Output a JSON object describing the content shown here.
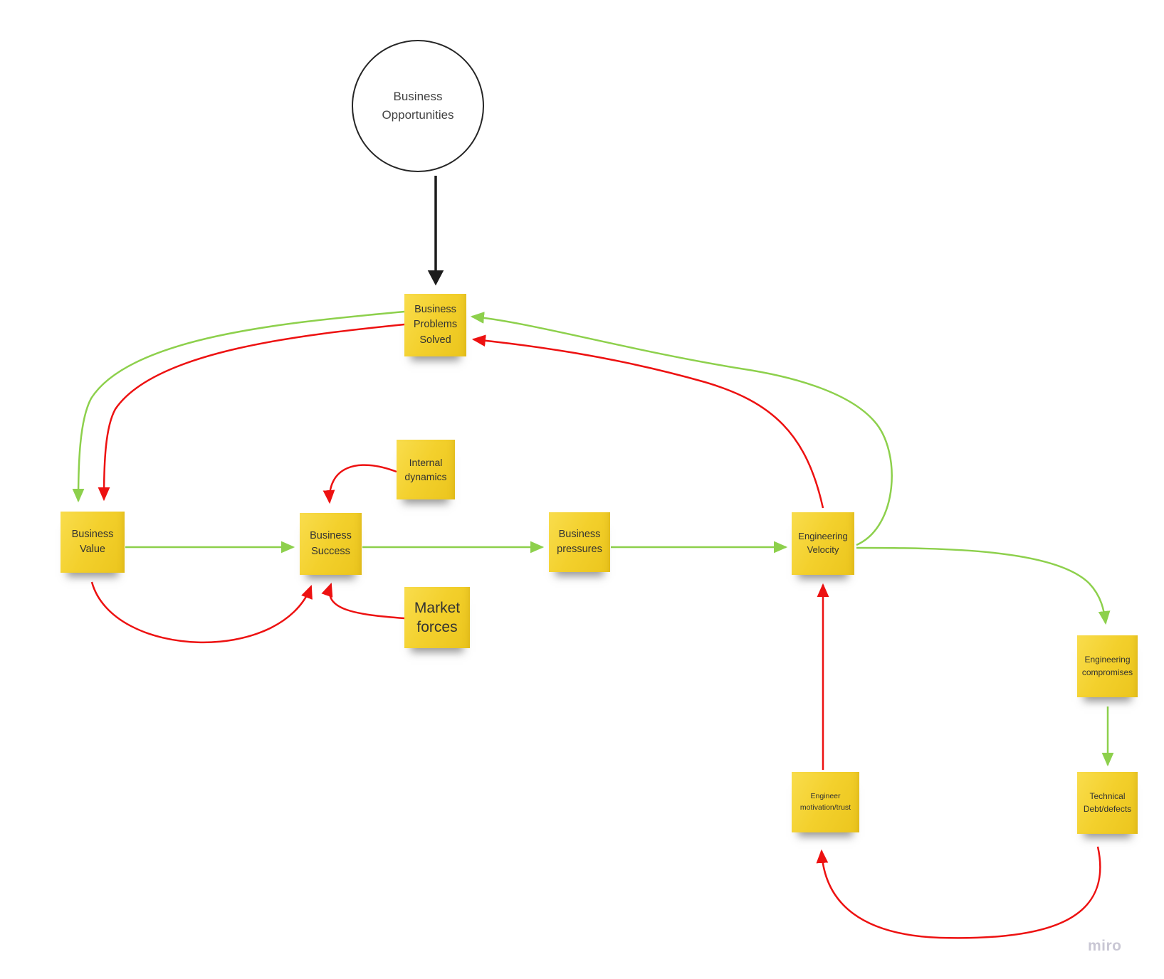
{
  "board": {
    "watermark": "miro"
  },
  "colors": {
    "positive": "#8dd04c",
    "negative": "#ed1111",
    "neutral": "#1c1c1c"
  },
  "nodes": {
    "business_opportunities": {
      "label": "Business Opportunities",
      "shape": "circle"
    },
    "business_problems_solved": {
      "label": "Business Problems Solved",
      "shape": "sticky"
    },
    "business_value": {
      "label": "Business Value",
      "shape": "sticky"
    },
    "internal_dynamics": {
      "label": "Internal dynamics",
      "shape": "sticky"
    },
    "business_success": {
      "label": "Business Success",
      "shape": "sticky"
    },
    "market_forces": {
      "label": "Market forces",
      "shape": "sticky"
    },
    "business_pressures": {
      "label": "Business pressures",
      "shape": "sticky"
    },
    "engineering_velocity": {
      "label": "Engineering Velocity",
      "shape": "sticky"
    },
    "engineering_compromises": {
      "label": "Engineering compromises",
      "shape": "sticky"
    },
    "technical_debt_defects": {
      "label": "Technical Debt/defects",
      "shape": "sticky"
    },
    "engineer_motivation_trust": {
      "label": "Engineer motivation/trust",
      "shape": "sticky"
    }
  },
  "connectors": [
    {
      "from": "business_opportunities",
      "to": "business_problems_solved",
      "polarity": "neutral"
    },
    {
      "from": "business_problems_solved",
      "to": "business_value",
      "polarity": "positive"
    },
    {
      "from": "business_problems_solved",
      "to": "business_value",
      "polarity": "negative"
    },
    {
      "from": "business_value",
      "to": "business_success",
      "polarity": "positive"
    },
    {
      "from": "business_value",
      "to": "business_success",
      "polarity": "negative"
    },
    {
      "from": "internal_dynamics",
      "to": "business_success",
      "polarity": "negative"
    },
    {
      "from": "market_forces",
      "to": "business_success",
      "polarity": "negative"
    },
    {
      "from": "business_success",
      "to": "business_pressures",
      "polarity": "positive"
    },
    {
      "from": "business_pressures",
      "to": "engineering_velocity",
      "polarity": "positive"
    },
    {
      "from": "engineering_velocity",
      "to": "business_problems_solved",
      "polarity": "positive"
    },
    {
      "from": "engineering_velocity",
      "to": "business_problems_solved",
      "polarity": "negative"
    },
    {
      "from": "engineering_velocity",
      "to": "engineering_compromises",
      "polarity": "positive"
    },
    {
      "from": "engineering_compromises",
      "to": "technical_debt_defects",
      "polarity": "positive"
    },
    {
      "from": "technical_debt_defects",
      "to": "engineer_motivation_trust",
      "polarity": "negative"
    },
    {
      "from": "engineer_motivation_trust",
      "to": "engineering_velocity",
      "polarity": "negative"
    }
  ]
}
